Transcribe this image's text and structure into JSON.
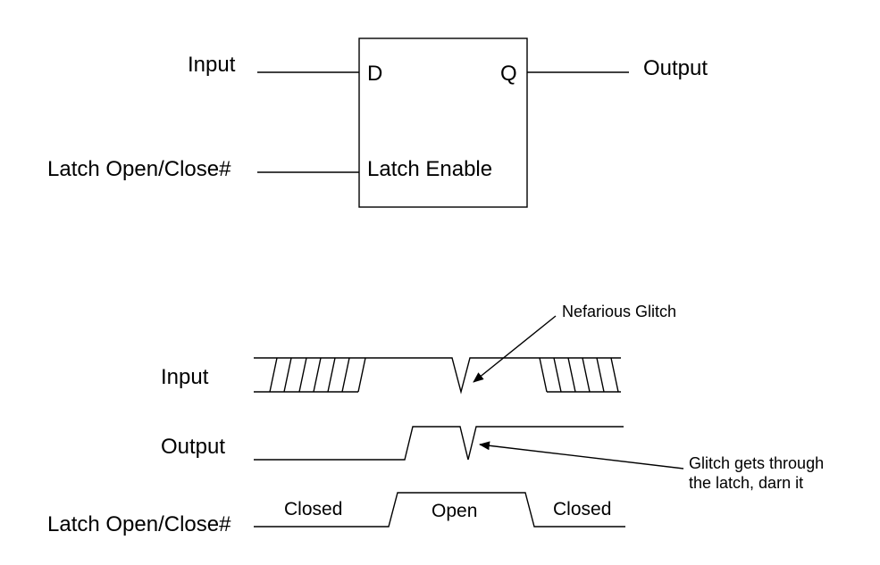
{
  "latch": {
    "input_label": "Input",
    "output_label": "Output",
    "d_pin": "D",
    "q_pin": "Q",
    "enable_label": "Latch Enable",
    "control_label": "Latch Open/Close#"
  },
  "timing": {
    "input_label": "Input",
    "output_label": "Output",
    "control_label": "Latch Open/Close#",
    "closed_left": "Closed",
    "open": "Open",
    "closed_right": "Closed"
  },
  "annotations": {
    "glitch": "Nefarious Glitch",
    "through_line1": "Glitch gets through",
    "through_line2": "the latch, darn it"
  },
  "colors": {
    "ink": "#000000",
    "background": "#ffffff"
  }
}
